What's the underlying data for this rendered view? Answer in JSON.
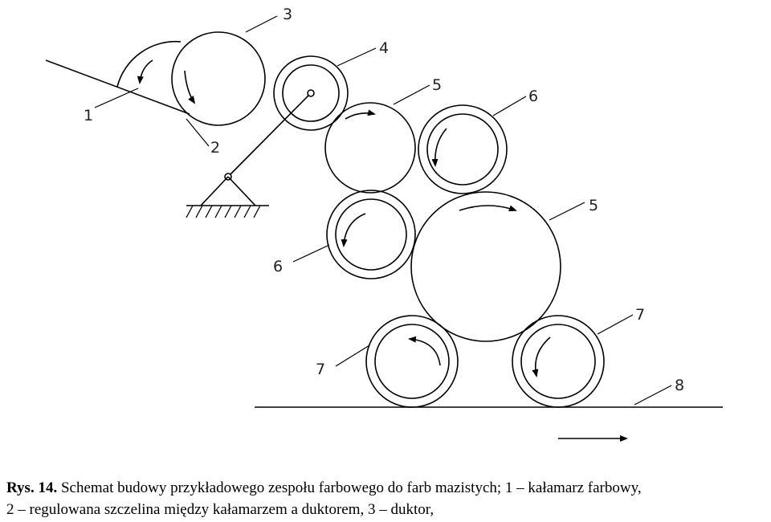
{
  "labels": {
    "l1": "1",
    "l2": "2",
    "l3": "3",
    "l4": "4",
    "l5a": "5",
    "l6a": "6",
    "l5b": "5",
    "l6b": "6",
    "l7a": "7",
    "l7b": "7",
    "l8": "8"
  },
  "caption": {
    "label": "Rys. 14.",
    "line1": "Schemat budowy przykładowego zespołu farbowego do farb mazistych; 1 – kałamarz farbowy,",
    "line2": "2 – regulowana szczelina między kałamarzem a duktorem, 3 – duktor,"
  }
}
